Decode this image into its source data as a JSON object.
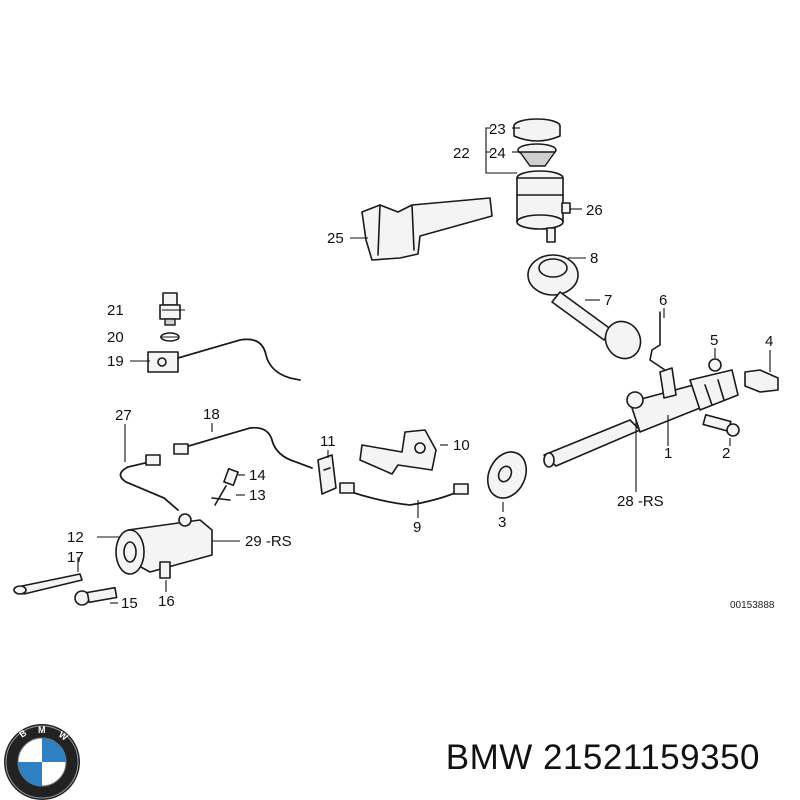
{
  "diagram": {
    "callouts": {
      "c1": "1",
      "c2": "2",
      "c3": "3",
      "c4": "4",
      "c5": "5",
      "c6": "6",
      "c7": "7",
      "c8": "8",
      "c9": "9",
      "c10": "10",
      "c11": "11",
      "c12": "12",
      "c13": "13",
      "c14": "14",
      "c15": "15",
      "c16": "16",
      "c17": "17",
      "c18": "18",
      "c19": "19",
      "c20": "20",
      "c21": "21",
      "c22": "22",
      "c23": "23",
      "c24": "24",
      "c25": "25",
      "c26": "26",
      "c27": "27",
      "c28": "28 -RS",
      "c29": "29 -RS"
    },
    "drawing_id": "00153888"
  },
  "footer": {
    "part_text": "BMW 21521159350",
    "logo_letters": "BMW"
  },
  "colors": {
    "line": "#1a1a1a",
    "logo_blue": "#2f7fc4",
    "logo_ring": "#222222"
  }
}
